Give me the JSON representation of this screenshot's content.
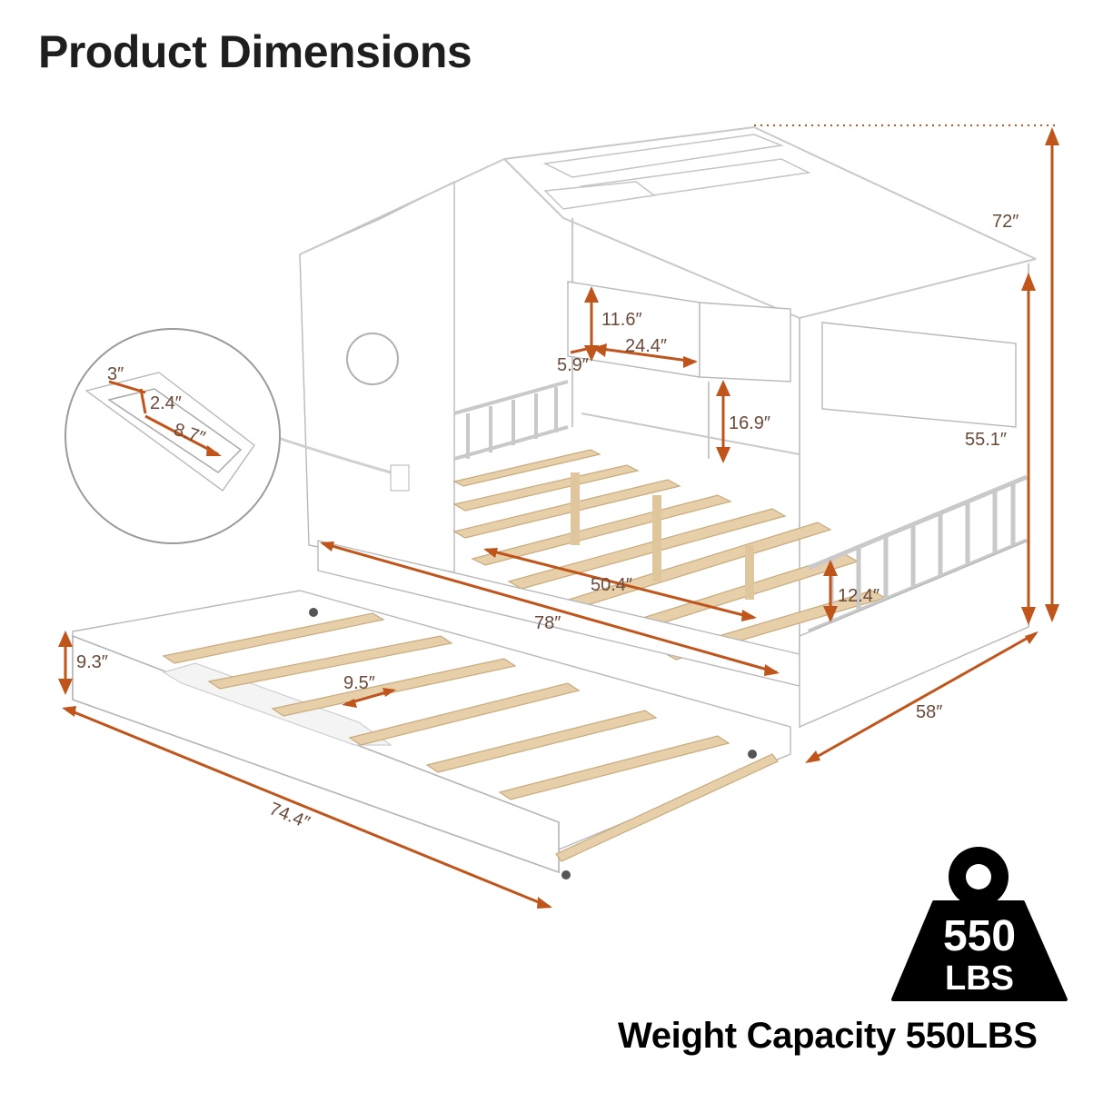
{
  "title": "Product Dimensions",
  "dimensions": {
    "height_total": "72″",
    "height_side": "55.1″",
    "shelf_height": "11.6″",
    "shelf_width": "24.4″",
    "shelf_depth": "5.9″",
    "rail_height": "16.9″",
    "slat_span": "50.4″",
    "length": "78″",
    "width": "58″",
    "guard_height": "12.4″",
    "trundle_height": "9.3″",
    "trundle_slat_gap": "9.5″",
    "trundle_length": "74.4″",
    "holder_a": "3″",
    "holder_b": "2.4″",
    "holder_c": "8.7″"
  },
  "badge": {
    "line1": "550",
    "line2": "LBS"
  },
  "weight_caption": "Weight Capacity 550LBS",
  "colors": {
    "arrow": "#c0551c",
    "wood": "#e6cfa9",
    "badge": "#000000"
  }
}
